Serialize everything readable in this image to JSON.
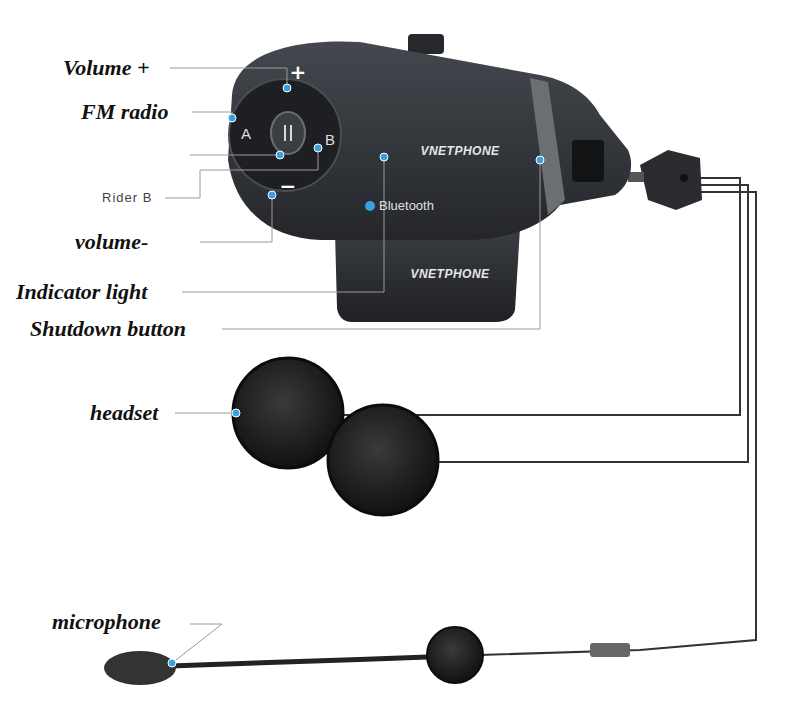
{
  "diagram": {
    "labels": [
      "Volume +",
      "FM radio",
      "Rider B",
      "volume-",
      "Indicator light",
      "Shutdown button",
      "headset",
      "microphone",
      "A",
      "B",
      "+",
      "−",
      "Bluetooth",
      "VNETPHONE",
      "VNETPHONE"
    ]
  }
}
